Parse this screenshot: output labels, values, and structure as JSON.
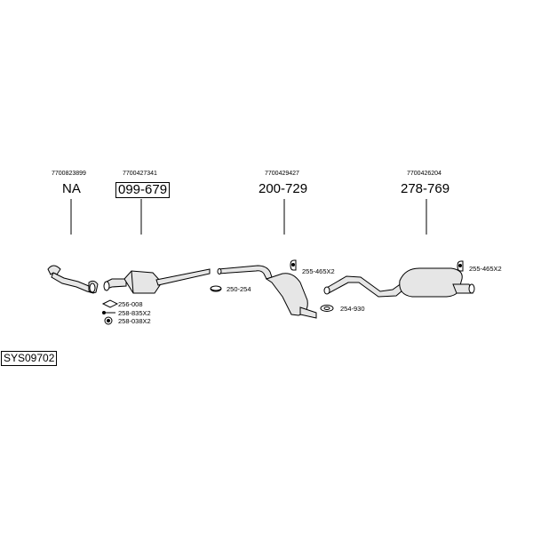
{
  "system_code": "SYS09702",
  "parts": [
    {
      "ref": "7700823899",
      "label": "NA",
      "boxed": false
    },
    {
      "ref": "7700427341",
      "label": "099-679",
      "boxed": true
    },
    {
      "ref": "7700429427",
      "label": "200-729",
      "boxed": false
    },
    {
      "ref": "7700426204",
      "label": "278-769",
      "boxed": false
    }
  ],
  "accessories": [
    {
      "label": "256-008",
      "icon": "gasket-icon"
    },
    {
      "label": "258-835X2",
      "icon": "bolt-icon"
    },
    {
      "label": "258-038X2",
      "icon": "nut-icon"
    },
    {
      "label": "250-254",
      "icon": "clamp-icon"
    },
    {
      "label": "255-465X2",
      "icon": "rubber-hanger-icon"
    },
    {
      "label": "254-930",
      "icon": "gasket-ring-icon"
    },
    {
      "label": "255-465X2",
      "icon": "rubber-hanger-icon"
    }
  ]
}
